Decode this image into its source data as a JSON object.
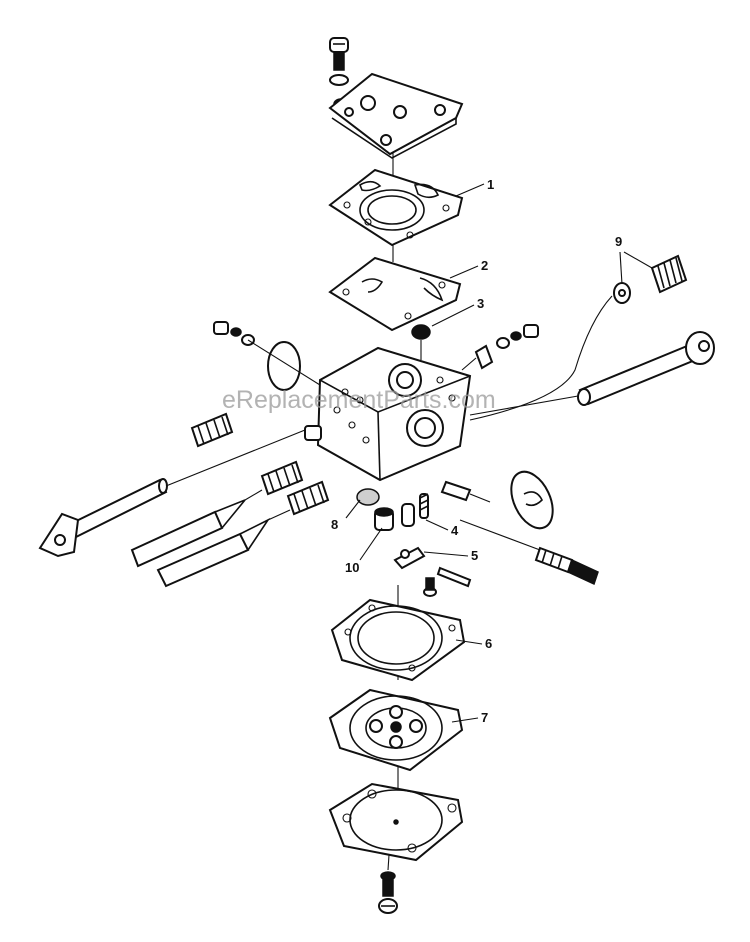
{
  "watermark": "eReplacementParts.com",
  "callouts": [
    {
      "id": "c1",
      "text": "1"
    },
    {
      "id": "c2",
      "text": "2"
    },
    {
      "id": "c3",
      "text": "3"
    },
    {
      "id": "c4",
      "text": "4"
    },
    {
      "id": "c5",
      "text": "5"
    },
    {
      "id": "c6",
      "text": "6"
    },
    {
      "id": "c7",
      "text": "7"
    },
    {
      "id": "c8",
      "text": "8"
    },
    {
      "id": "c9",
      "text": "9"
    },
    {
      "id": "c10",
      "text": "10"
    }
  ]
}
